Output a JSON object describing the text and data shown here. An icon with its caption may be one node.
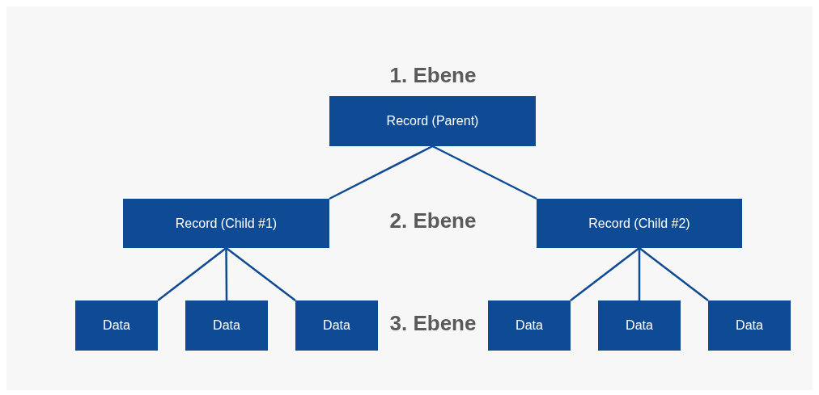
{
  "diagram": {
    "nodes": [
      {
        "text": [
          "Record (Parent)"
        ]
      },
      {
        "text": [
          "Record (Child #1)"
        ]
      },
      {
        "text": [
          "Record (Child #2)"
        ]
      },
      {
        "text": [
          "Data"
        ]
      },
      {
        "text": [
          "Data"
        ]
      },
      {
        "text": [
          "Data"
        ]
      },
      {
        "text": [
          "Data"
        ]
      },
      {
        "text": [
          "Data"
        ]
      },
      {
        "text": [
          "Data"
        ]
      }
    ],
    "edges": [
      {
        "from": 0,
        "to": 1,
        "arrow": "none"
      },
      {
        "from": 0,
        "to": 2,
        "arrow": "none"
      },
      {
        "from": 1,
        "to": 3,
        "arrow": "none"
      },
      {
        "from": 1,
        "to": 4,
        "arrow": "none"
      },
      {
        "from": 1,
        "to": 5,
        "arrow": "none"
      },
      {
        "from": 2,
        "to": 6,
        "arrow": "none"
      },
      {
        "from": 2,
        "to": 7,
        "arrow": "none"
      },
      {
        "from": 2,
        "to": 8,
        "arrow": "none"
      }
    ],
    "labels": [
      "1. Ebene",
      "2. Ebene",
      "3. Ebene"
    ]
  }
}
